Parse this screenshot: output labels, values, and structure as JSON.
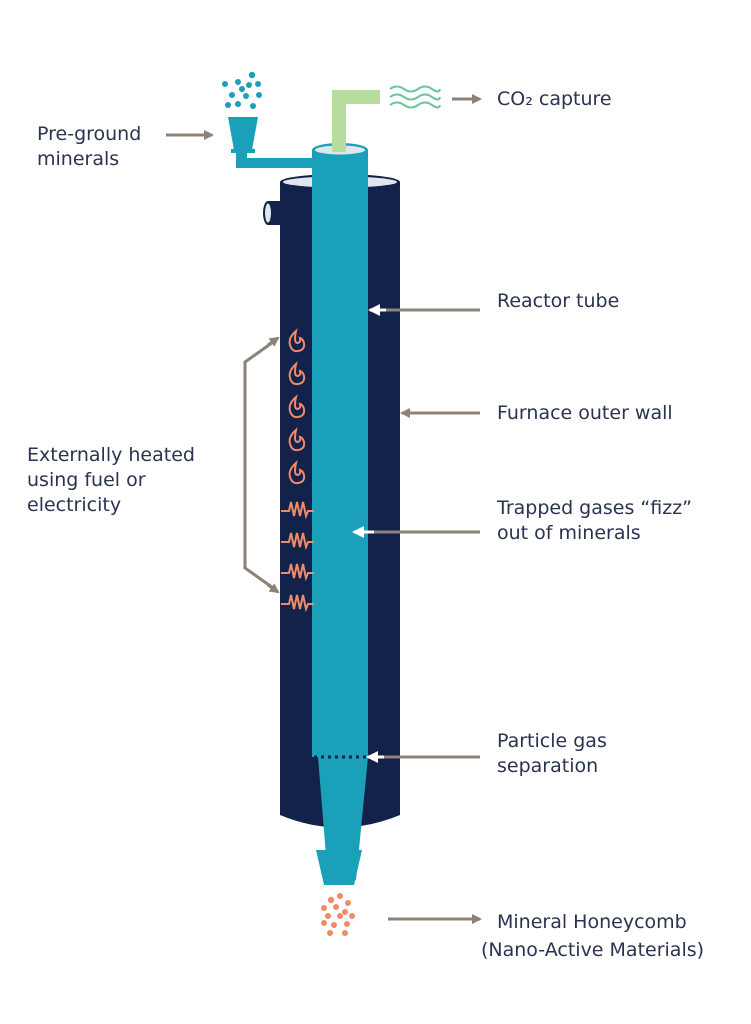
{
  "labels": {
    "pre_ground": [
      "Pre-ground",
      "minerals"
    ],
    "co2_capture": "CO₂ capture",
    "reactor_tube": "Reactor tube",
    "furnace_wall": "Furnace outer wall",
    "externally_heated": [
      "Externally heated",
      "using fuel or",
      "electricity"
    ],
    "trapped_gases": [
      "Trapped gases “fizz”",
      "out of minerals"
    ],
    "particle_sep": [
      "Particle gas",
      "separation"
    ],
    "honeycomb": [
      "Mineral Honeycomb",
      "(Nano-Active Materials)"
    ]
  },
  "colors": {
    "furnace": "#13224a",
    "tube": "#1aa0b8",
    "co2_pipe": "#b6dc9e",
    "gas_waves": "#6cc49a",
    "heat": "#f08a68",
    "arrow": "#8c8275",
    "text": "#2a3350"
  },
  "icons": {
    "heater_flame_count": 5,
    "heater_coil_count": 4
  }
}
